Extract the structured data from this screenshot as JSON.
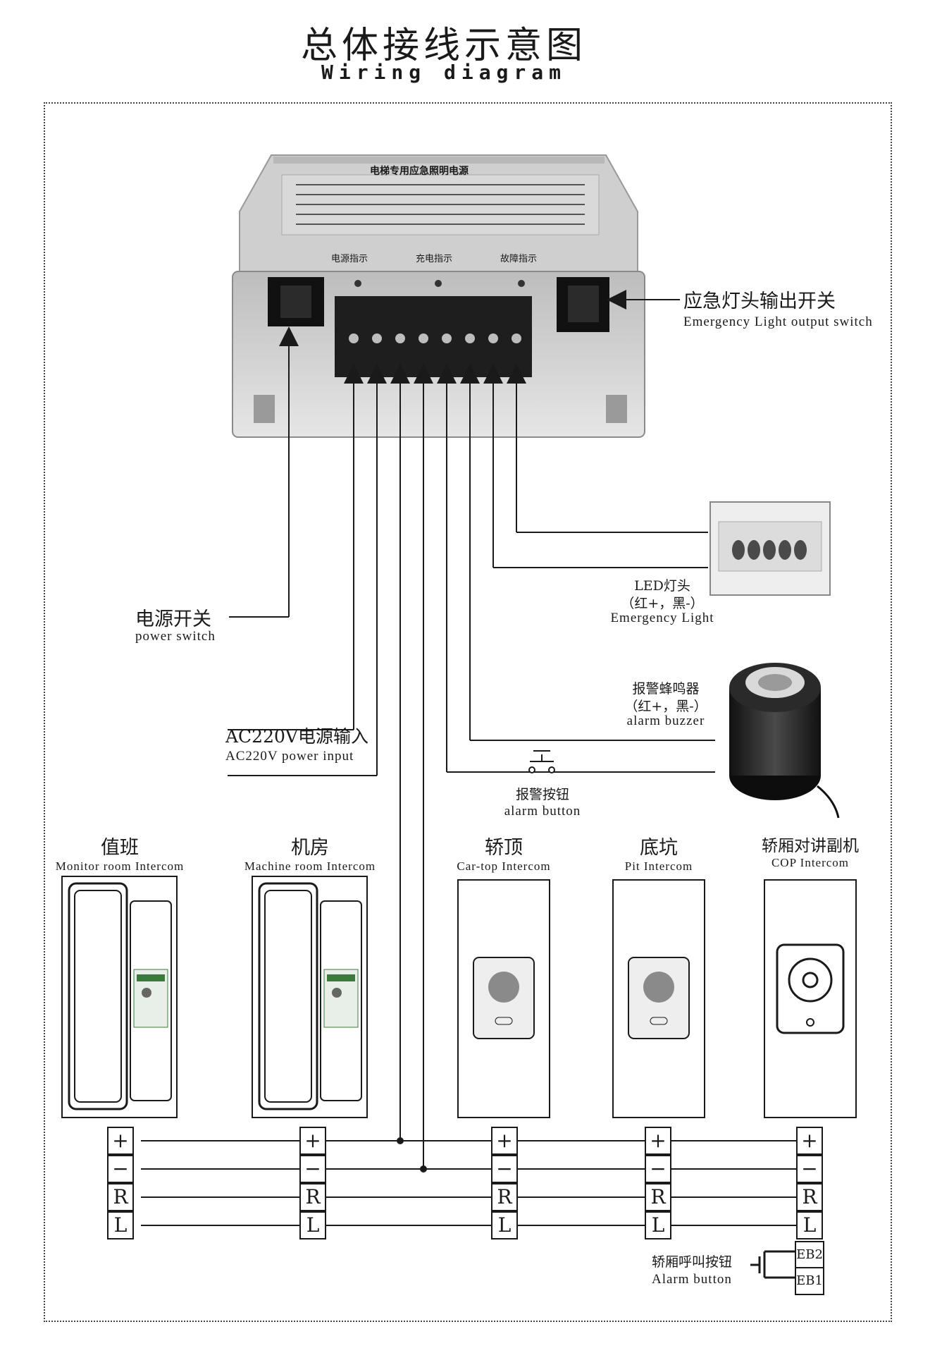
{
  "title": {
    "cn": "总体接线示意图",
    "en": "Wiring diagram"
  },
  "controller": {
    "panel_heading": "电梯专用应急照明电源",
    "indicators": [
      "电源指示",
      "充电指示",
      "故障指示"
    ]
  },
  "labels": {
    "emergency_switch": {
      "cn": "应急灯头输出开关",
      "en": "Emergency Light output switch"
    },
    "led_light": {
      "cn": "LED灯头",
      "polarity": "（红+，黑-）",
      "en": "Emergency Light"
    },
    "power_switch": {
      "cn": "电源开关",
      "en": "power switch"
    },
    "alarm_buzzer": {
      "cn": "报警蜂鸣器",
      "polarity": "（红+，黑-）",
      "en": "alarm buzzer"
    },
    "ac_input": {
      "cn": "AC220V电源输入",
      "en": "AC220V power input"
    },
    "alarm_button": {
      "cn": "报警按钮",
      "en": "alarm button"
    },
    "car_alarm_button": {
      "cn": "轿厢呼叫按钮",
      "en": "Alarm button"
    }
  },
  "intercoms": [
    {
      "cn": "值班",
      "en": "Monitor room Intercom"
    },
    {
      "cn": "机房",
      "en": "Machine room Intercom"
    },
    {
      "cn": "轿顶",
      "en": "Car-top Intercom"
    },
    {
      "cn": "底坑",
      "en": "Pit Intercom"
    },
    {
      "cn": "轿厢对讲副机",
      "en": "COP Intercom"
    }
  ],
  "terminals": [
    "+",
    "−",
    "R",
    "L"
  ],
  "cop_terminals": [
    "EB2",
    "EB1"
  ],
  "colors": {
    "line": "#1a1a1a",
    "device_body": "#d6d6d6",
    "device_dark": "#222222",
    "label_green": "#3a7a3a"
  }
}
